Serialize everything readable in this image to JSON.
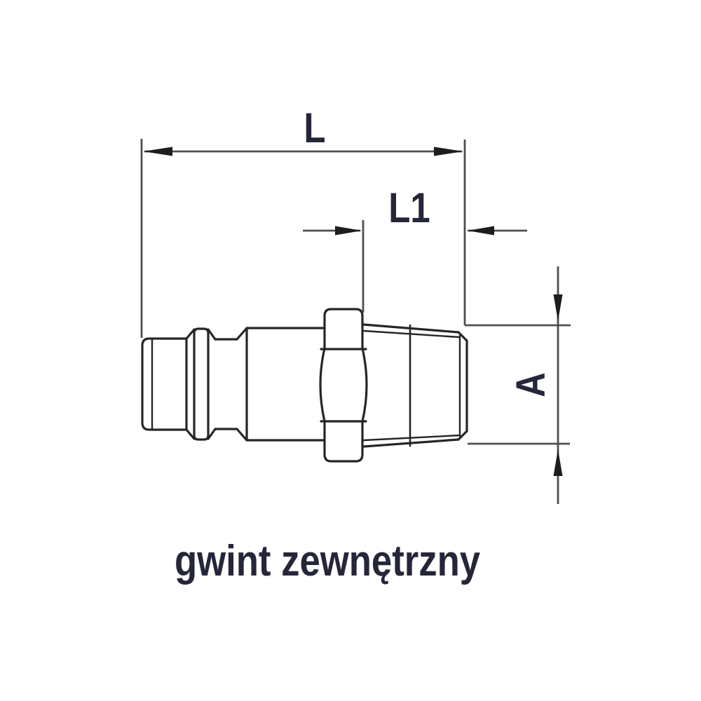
{
  "drawing": {
    "caption": "gwint zewnętrzny",
    "labels": {
      "overall_length": "L",
      "thread_length": "L1",
      "thread_diameter": "A"
    },
    "colors": {
      "background": "#ffffff",
      "outline": "#262626",
      "dimension": "#4f4f4f",
      "arrow": "#1d1d1d",
      "text": "#26263a"
    }
  }
}
